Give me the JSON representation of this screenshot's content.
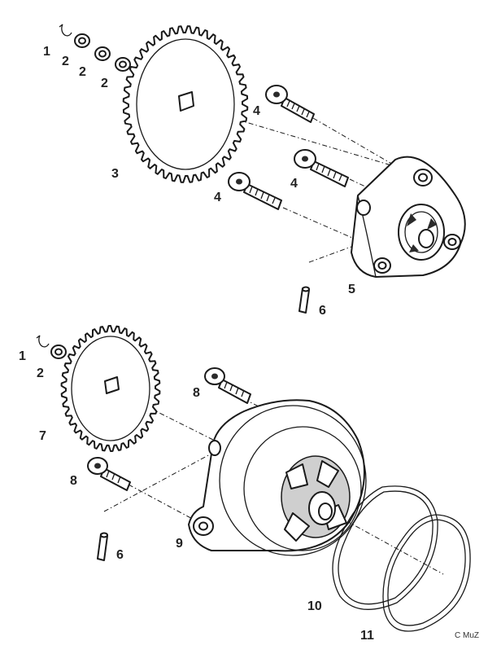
{
  "callouts": {
    "c1": "1",
    "c2a": "2",
    "c2b": "2",
    "c2c": "2",
    "c3": "3",
    "c4a": "4",
    "c4b": "4",
    "c4c": "4",
    "c5": "5",
    "c6a": "6",
    "c1b": "1",
    "c2d": "2",
    "c7": "7",
    "c8a": "8",
    "c8b": "8",
    "c9": "9",
    "c6b": "6",
    "c10": "10",
    "c11": "11"
  },
  "copyright": "C MuZ",
  "gears": {
    "upper": {
      "teeth": 44
    },
    "lower": {
      "teeth": 38
    }
  }
}
